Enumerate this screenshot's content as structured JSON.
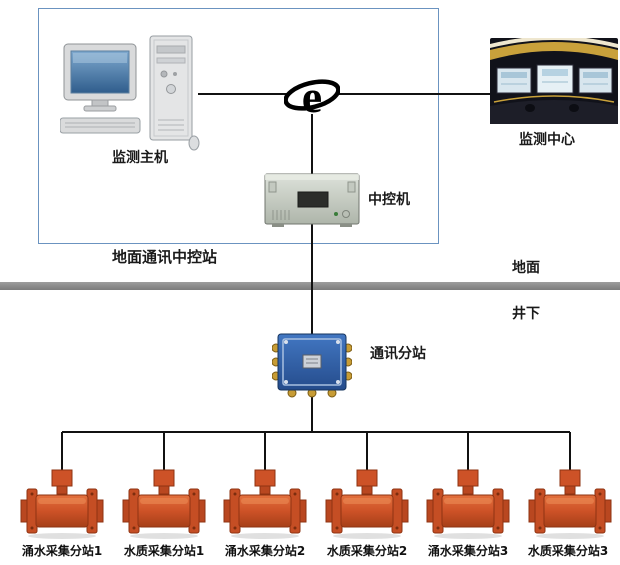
{
  "nodes": {
    "ground_station": {
      "label": "地面通讯中控站"
    },
    "host": {
      "label": "监测主机"
    },
    "center": {
      "label": "监测中心"
    },
    "controller": {
      "label": "中控机"
    },
    "substation": {
      "label": "通讯分站"
    }
  },
  "zones": {
    "surface": "地面",
    "underground": "井下"
  },
  "devices": [
    {
      "label": "涌水采集分站1"
    },
    {
      "label": "水质采集分站1"
    },
    {
      "label": "涌水采集分站2"
    },
    {
      "label": "水质采集分站2"
    },
    {
      "label": "涌水采集分站3"
    },
    {
      "label": "水质采集分站3"
    }
  ],
  "colors": {
    "boundary_blue": "#6b93c0",
    "device_orange": "#cd5227",
    "substation_blue": "#2f63ae",
    "divider_gray": "#8c8c8c",
    "wire_black": "#111111"
  }
}
